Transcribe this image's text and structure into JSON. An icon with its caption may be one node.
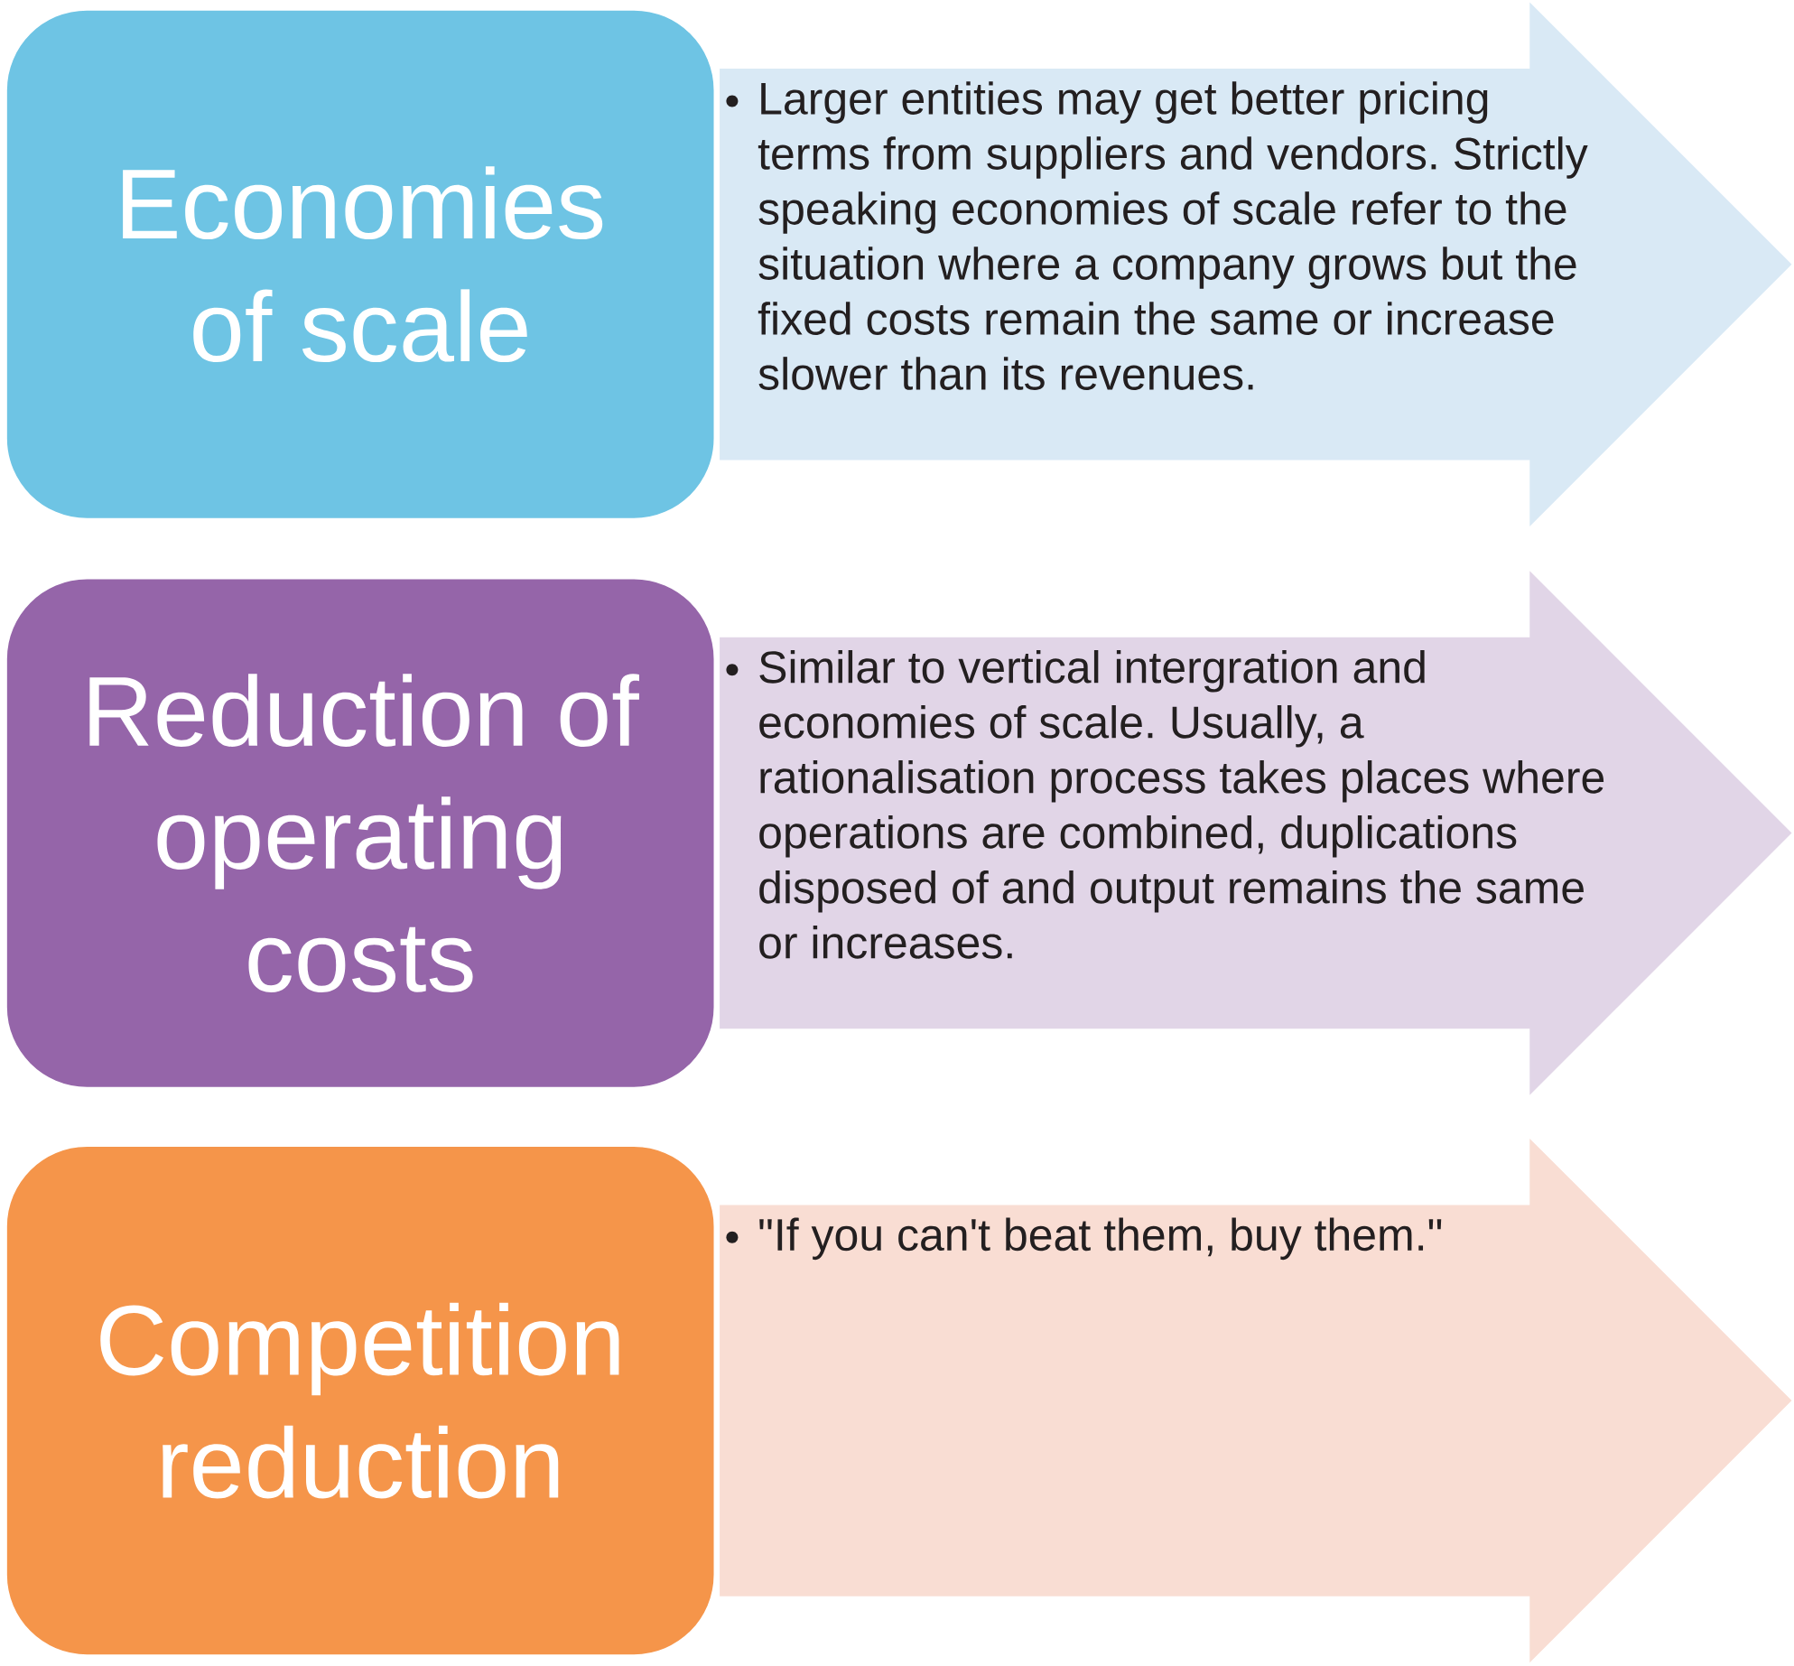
{
  "diagram": {
    "nodes": [
      {
        "text": [
          "Economies of scale"
        ]
      },
      {
        "text": [
          "Larger entities may get better pricing terms from suppliers and vendors. Strictly speaking economies of scale refer to the situation where a company grows but the fixed costs remain the same or increase slower than its revenues."
        ]
      },
      {
        "text": [
          "Reduction of operating costs"
        ]
      },
      {
        "text": [
          "Similar to vertical intergration and economies of scale. Usually, a rationalisation process takes places where operations are combined, duplications disposed of and output remains the same or increases."
        ]
      },
      {
        "text": [
          "Competition reduction"
        ]
      },
      {
        "text": [
          "\"If you can't beat them, buy them.\""
        ]
      }
    ]
  }
}
